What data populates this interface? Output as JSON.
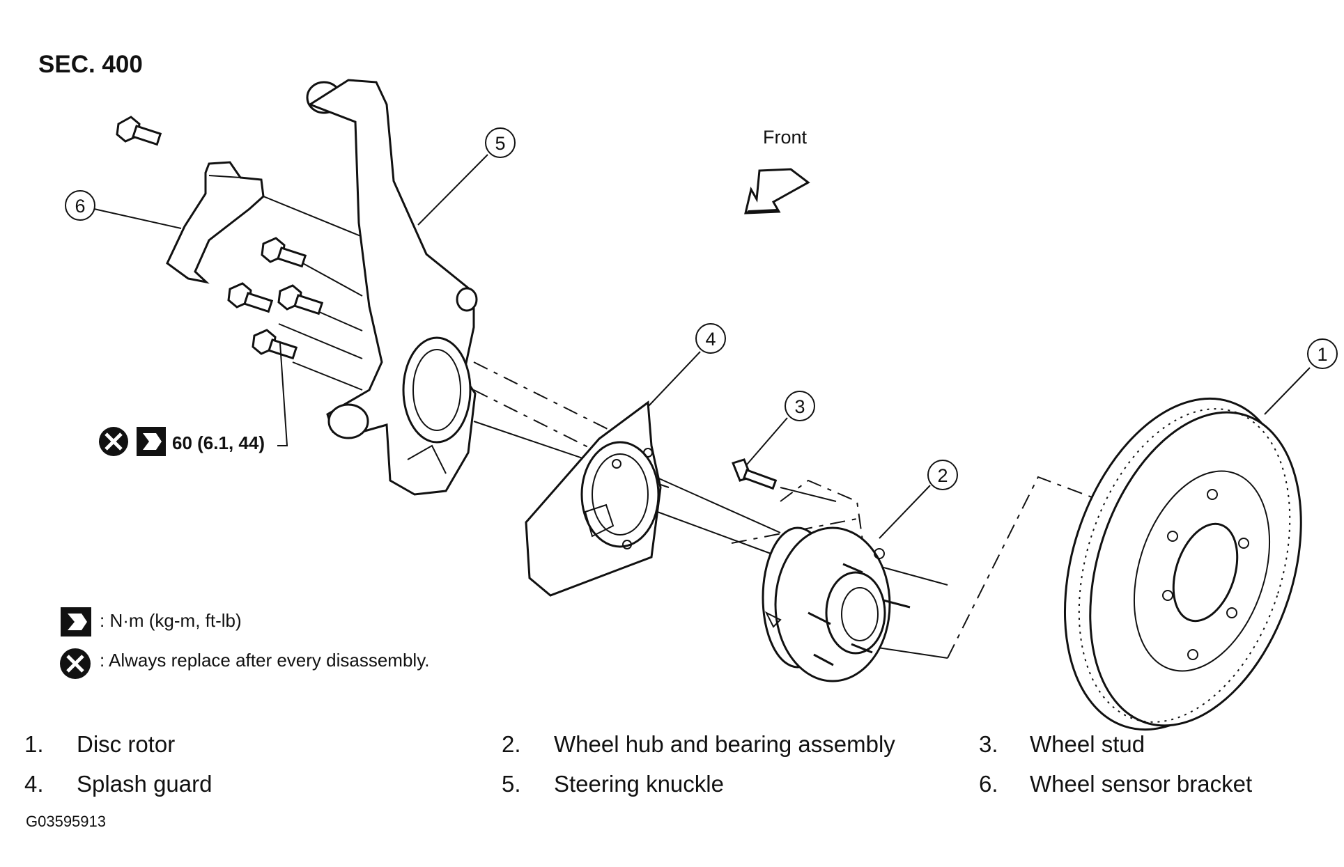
{
  "section_label": "SEC. 400",
  "direction_label": "Front",
  "callouts": [
    "1",
    "2",
    "3",
    "4",
    "5",
    "6"
  ],
  "torque_spec": "60 (6.1, 44)",
  "legend": {
    "torque_unit": ": N·m (kg-m, ft-lb)",
    "replace_note": ": Always replace after every disassembly."
  },
  "parts": [
    {
      "num": "1.",
      "name": "Disc rotor"
    },
    {
      "num": "2.",
      "name": "Wheel hub and bearing assembly"
    },
    {
      "num": "3.",
      "name": "Wheel stud"
    },
    {
      "num": "4.",
      "name": "Splash guard"
    },
    {
      "num": "5.",
      "name": "Steering knuckle"
    },
    {
      "num": "6.",
      "name": "Wheel sensor bracket"
    }
  ],
  "figure_id": "G03595913"
}
